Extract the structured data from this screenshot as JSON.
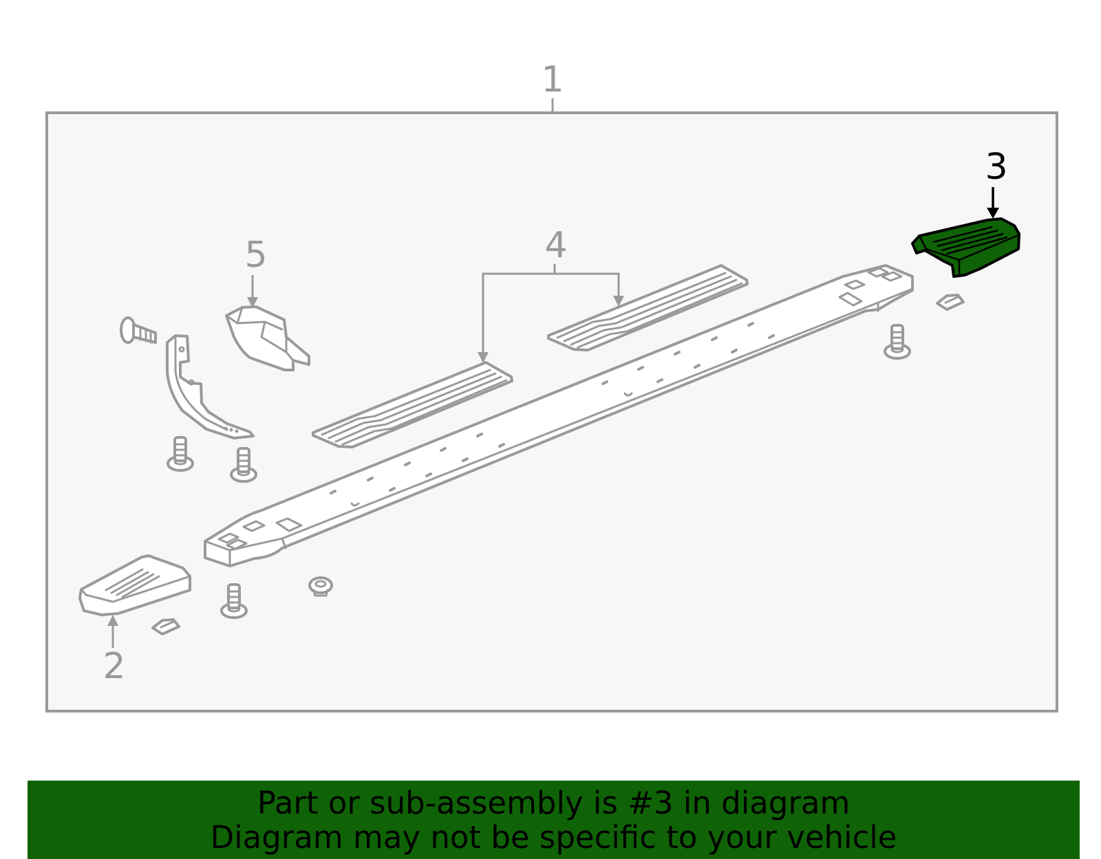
{
  "diagram": {
    "highlight_color": "#0f6306",
    "callouts": {
      "c1": "1",
      "c2": "2",
      "c3": "3",
      "c4": "4",
      "c5": "5"
    },
    "highlighted_part": "3"
  },
  "banner": {
    "line1": "Part or sub-assembly is #3 in diagram",
    "line2": "Diagram may not be specific to your vehicle",
    "background": "#0f6306"
  }
}
